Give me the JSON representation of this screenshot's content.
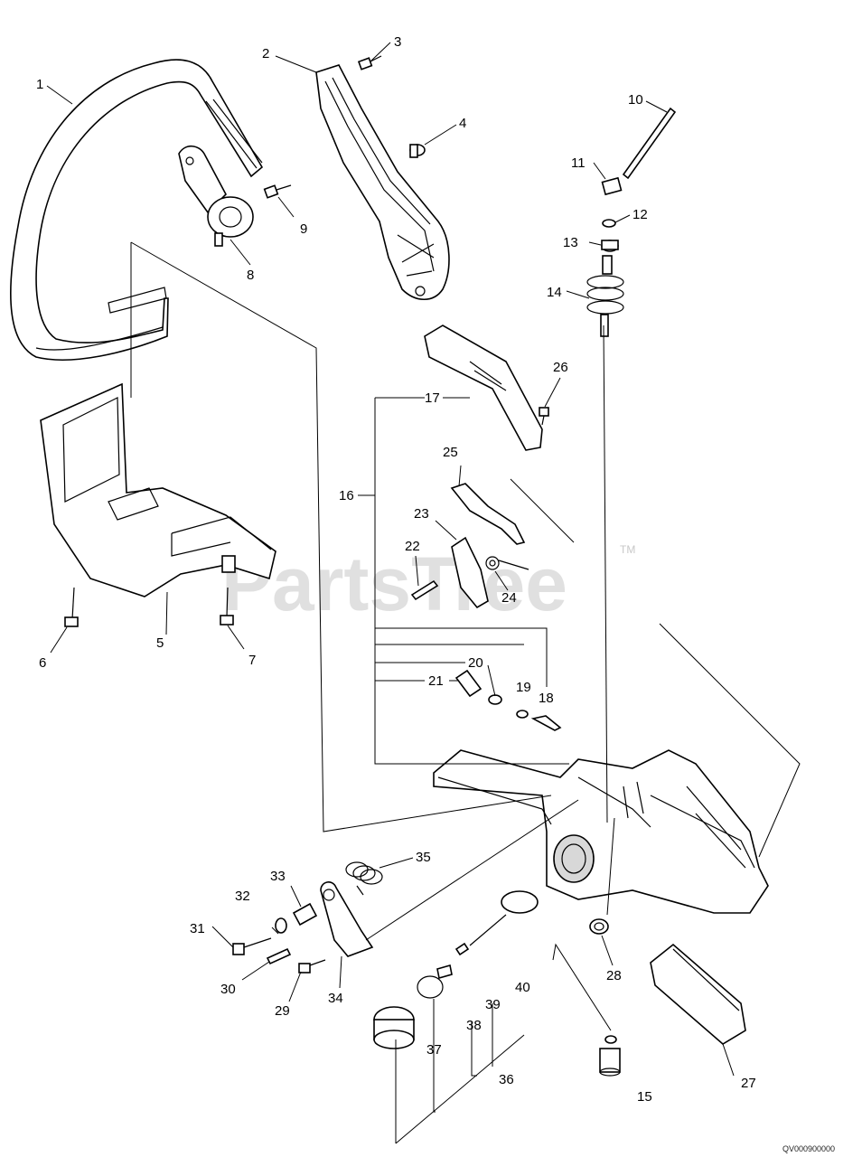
{
  "watermark": {
    "text": "PartsTree",
    "trademark": "TM"
  },
  "diagram_code": "QV000900000",
  "callouts": {
    "c1": "1",
    "c2": "2",
    "c3": "3",
    "c4": "4",
    "c5": "5",
    "c6": "6",
    "c7": "7",
    "c8": "8",
    "c9": "9",
    "c10": "10",
    "c11": "11",
    "c12": "12",
    "c13": "13",
    "c14": "14",
    "c15": "15",
    "c16": "16",
    "c17": "17",
    "c18": "18",
    "c19": "19",
    "c20": "20",
    "c21": "21",
    "c22": "22",
    "c23": "23",
    "c24": "24",
    "c25": "25",
    "c26": "26",
    "c27": "27",
    "c28": "28",
    "c29": "29",
    "c30": "30",
    "c31": "31",
    "c32": "32",
    "c33": "33",
    "c34": "34",
    "c35": "35",
    "c36": "36",
    "c37": "37",
    "c38": "38",
    "c39": "39",
    "c40": "40"
  }
}
